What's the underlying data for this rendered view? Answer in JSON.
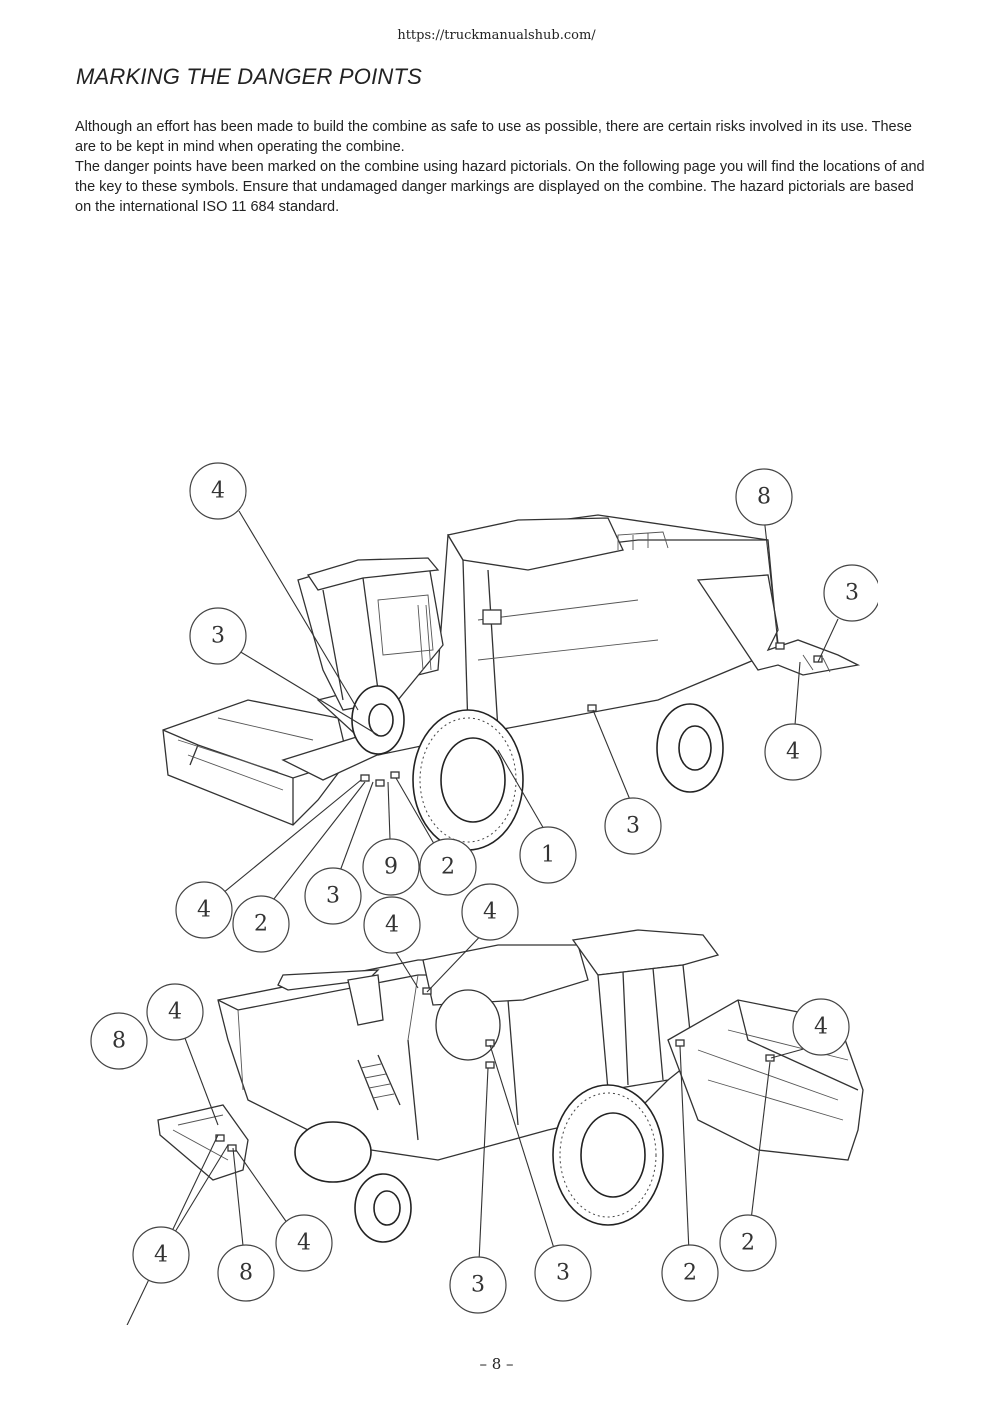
{
  "header": {
    "url": "https://truckmanualshub.com/"
  },
  "section": {
    "title": "MARKING THE DANGER POINTS",
    "paragraphs": [
      "Although an effort has been made to build the combine as safe to use as possible, there are certain risks involved in its use. These are to be kept in mind when operating the combine.",
      "The danger points have been marked on the combine using hazard pictorials. On the following page you will find the locations of and the key to these symbols. Ensure that undamaged danger markings are displayed on the combine. The hazard pictorials are based on the international ISO 11 684 standard."
    ]
  },
  "figure": {
    "top_view_callouts": [
      "4",
      "3",
      "8",
      "3",
      "4",
      "3",
      "1",
      "9",
      "2",
      "3",
      "4",
      "2"
    ],
    "bottom_view_callouts": [
      "4",
      "4",
      "4",
      "8",
      "4",
      "4",
      "8",
      "4",
      "3",
      "3",
      "2",
      "2"
    ]
  },
  "footer": {
    "page_number": "– 8 –"
  }
}
